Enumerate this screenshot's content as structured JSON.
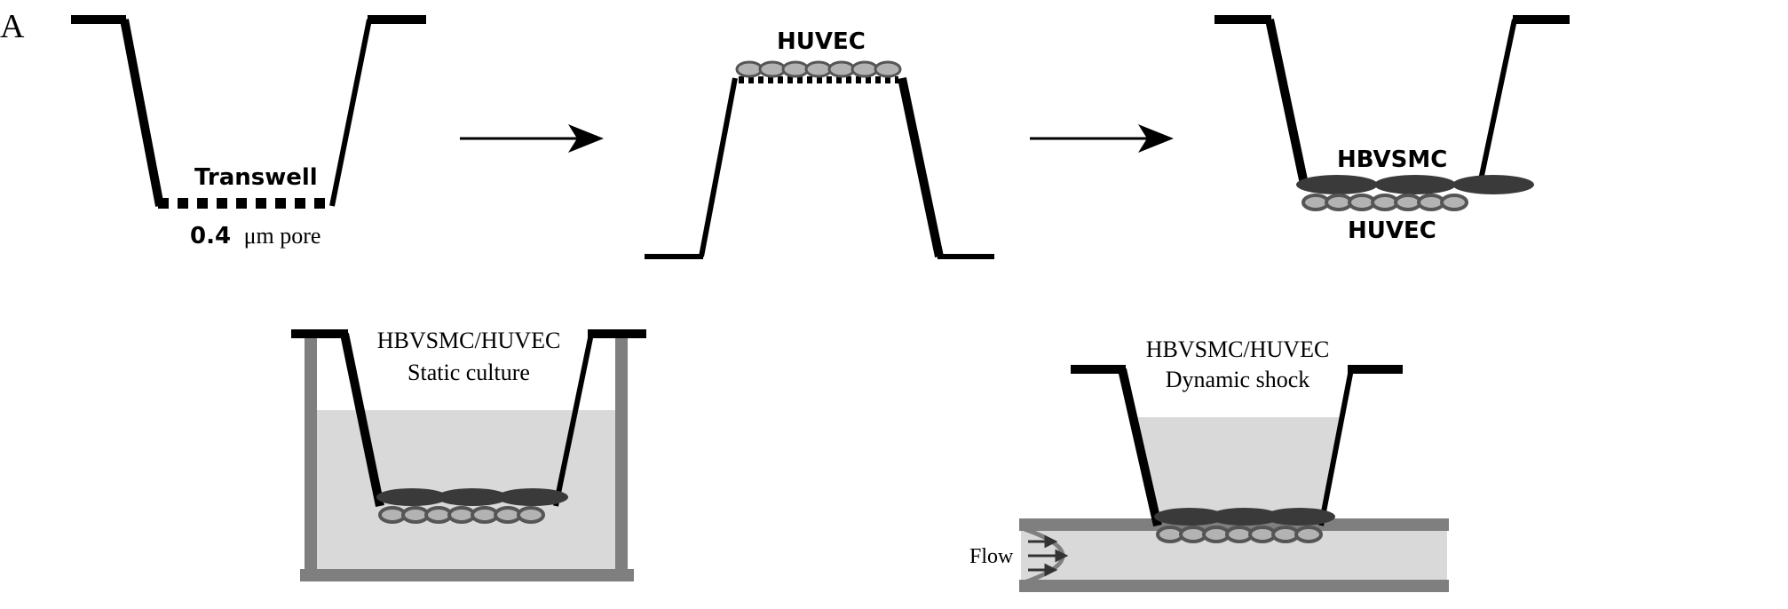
{
  "panel_label": "A",
  "steps": {
    "transwell": {
      "label": "Transwell",
      "pore_value": "0.4",
      "pore_unit": "μm pore"
    },
    "seed_huvec": {
      "cell_label": "HUVEC"
    },
    "seed_hbvsmc": {
      "top_label": "HBVSMC",
      "bottom_label": "HUVEC"
    },
    "static": {
      "title": "HBVSMC/HUVEC",
      "subtitle": "Static culture"
    },
    "dynamic": {
      "title": "HBVSMC/HUVEC",
      "subtitle": "Dynamic shock",
      "flow_label": "Flow"
    }
  },
  "colors": {
    "wall": "#000000",
    "medium": "#d9d9d9",
    "vessel": "#7f7f7f",
    "hbvsmc": "#3a3a3a",
    "huvec_ring": "#555555",
    "huvec_fill": "#b3b3b3"
  }
}
